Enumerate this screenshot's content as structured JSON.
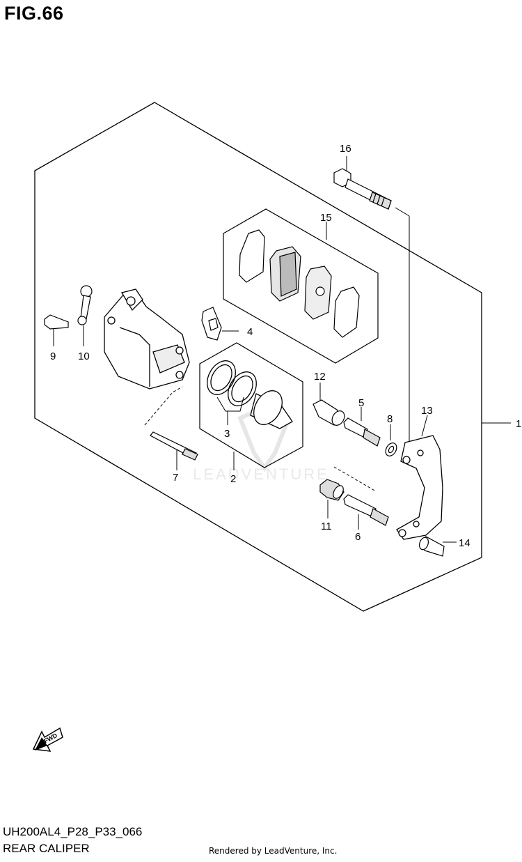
{
  "figure": {
    "title": "FIG.66",
    "model_code": "UH200AL4_P28_P33_066",
    "assembly_name": "REAR CALIPER",
    "rendered_by": "Rendered by LeadVenture, Inc.",
    "watermark": "LEADVENTURE",
    "fwd_label": "FWD"
  },
  "callouts": [
    {
      "id": "c1",
      "label": "1"
    },
    {
      "id": "c2",
      "label": "2"
    },
    {
      "id": "c3",
      "label": "3"
    },
    {
      "id": "c4",
      "label": "4"
    },
    {
      "id": "c5",
      "label": "5"
    },
    {
      "id": "c6",
      "label": "6"
    },
    {
      "id": "c7",
      "label": "7"
    },
    {
      "id": "c8",
      "label": "8"
    },
    {
      "id": "c9",
      "label": "9"
    },
    {
      "id": "c10",
      "label": "10"
    },
    {
      "id": "c11",
      "label": "11"
    },
    {
      "id": "c12",
      "label": "12"
    },
    {
      "id": "c13",
      "label": "13"
    },
    {
      "id": "c14",
      "label": "14"
    },
    {
      "id": "c15",
      "label": "15"
    },
    {
      "id": "c16",
      "label": "16"
    }
  ]
}
